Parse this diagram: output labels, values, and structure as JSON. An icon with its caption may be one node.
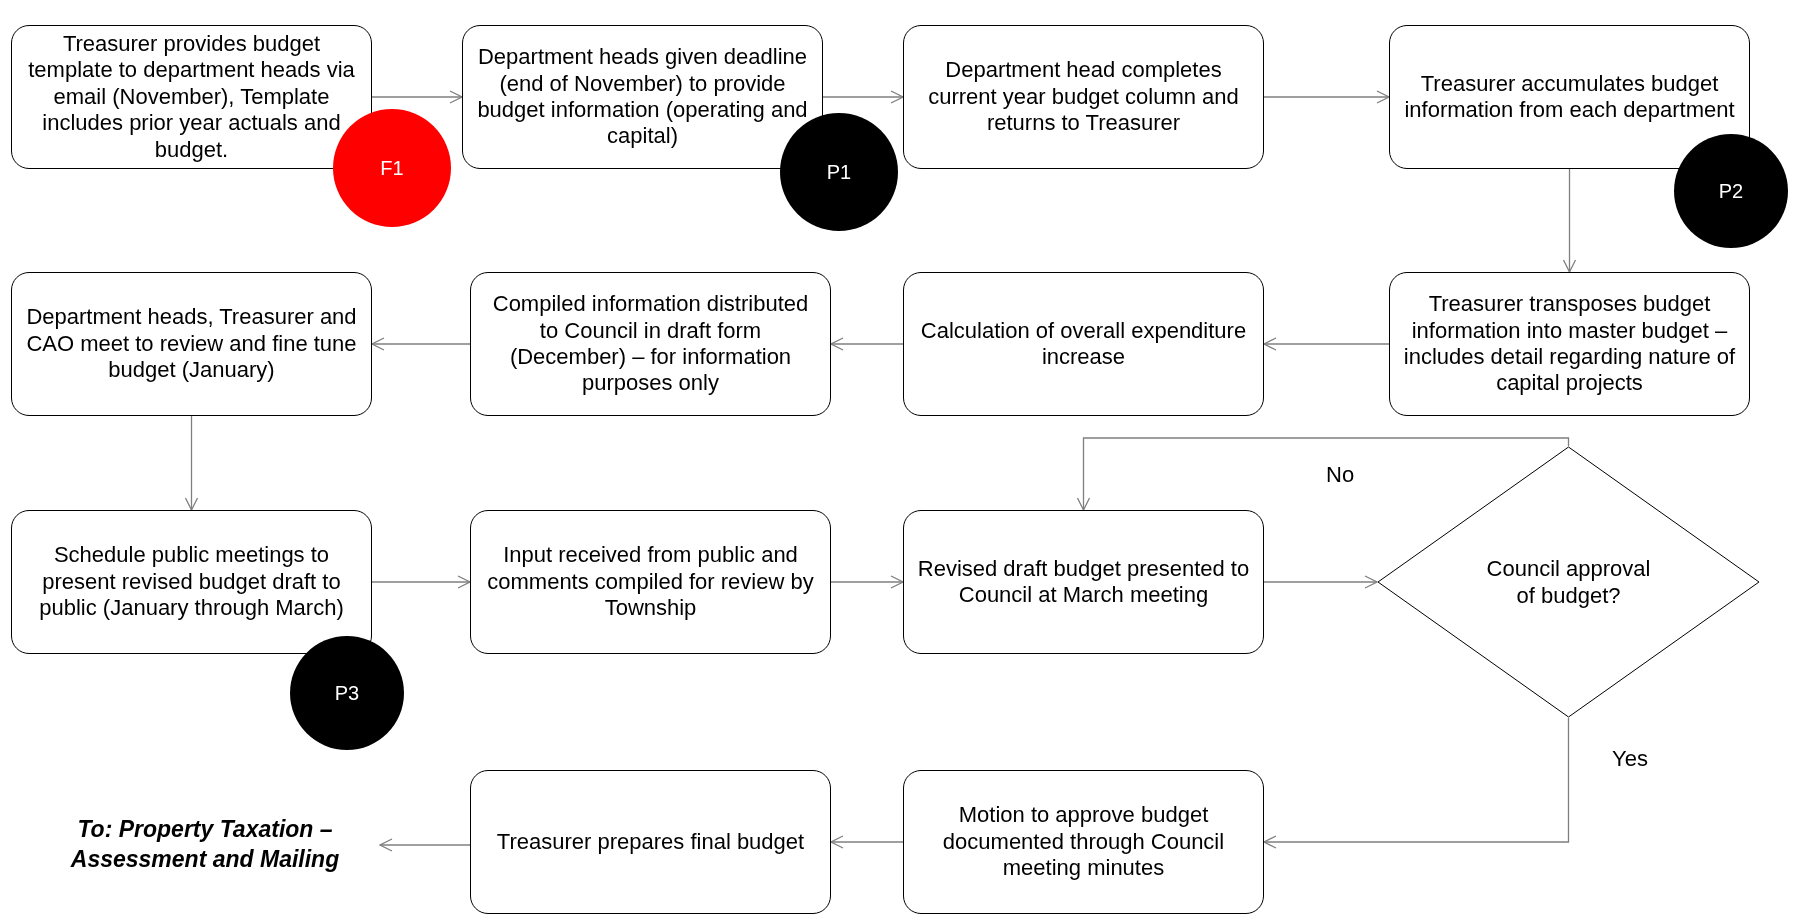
{
  "diagram": {
    "nodes": [
      {
        "text": [
          "Treasurer provides budget template to department heads via email (November), Template includes prior year actuals and budget."
        ]
      },
      {
        "text": [
          "F1"
        ]
      },
      {
        "text": [
          "Department heads given deadline (end of November) to provide budget information (operating and capital)"
        ]
      },
      {
        "text": [
          "P1"
        ]
      },
      {
        "text": [
          "Department head completes current year budget column and returns to Treasurer"
        ]
      },
      {
        "text": [
          "Treasurer accumulates budget information from each department"
        ]
      },
      {
        "text": [
          "P2"
        ]
      },
      {
        "text": [
          "Treasurer transposes budget information into master budget – includes detail regarding nature of capital projects"
        ]
      },
      {
        "text": [
          "Calculation of overall expenditure increase"
        ]
      },
      {
        "text": [
          "Compiled information distributed to Council in draft form (December) – for information purposes only"
        ]
      },
      {
        "text": [
          "Department heads, Treasurer and CAO meet to review and fine tune budget (January)"
        ]
      },
      {
        "text": [
          "Schedule public meetings to present revised budget draft to public (January through March)"
        ]
      },
      {
        "text": [
          "P3"
        ]
      },
      {
        "text": [
          "Input received from public and comments compiled for review by Township"
        ]
      },
      {
        "text": [
          "Revised draft budget presented to Council at March meeting"
        ]
      },
      {
        "text": [
          "Council approval of budget?"
        ]
      },
      {
        "text": [
          "Motion to approve budget documented through Council meeting minutes"
        ]
      },
      {
        "text": [
          "Treasurer prepares final budget"
        ]
      },
      {
        "text": [
          "To: Property Taxation – Assessment and Mailing"
        ]
      }
    ],
    "edges": [
      {
        "from": 0,
        "to": 2,
        "arrow": "to"
      },
      {
        "from": 2,
        "to": 4,
        "arrow": "to"
      },
      {
        "from": 4,
        "to": 5,
        "arrow": "to"
      },
      {
        "from": 5,
        "to": 7,
        "arrow": "to"
      },
      {
        "from": 7,
        "to": 8,
        "arrow": "to"
      },
      {
        "from": 8,
        "to": 9,
        "arrow": "to"
      },
      {
        "from": 9,
        "to": 10,
        "arrow": "to"
      },
      {
        "from": 10,
        "to": 11,
        "arrow": "to"
      },
      {
        "from": 11,
        "to": 13,
        "arrow": "to"
      },
      {
        "from": 13,
        "to": 14,
        "arrow": "to"
      },
      {
        "from": 14,
        "to": 15,
        "arrow": "to"
      },
      {
        "from": 15,
        "to": 14,
        "arrow": "to",
        "label": "No"
      },
      {
        "from": 15,
        "to": 16,
        "arrow": "to",
        "label": "Yes"
      },
      {
        "from": 16,
        "to": 17,
        "arrow": "to"
      },
      {
        "from": 17,
        "to": 18,
        "arrow": "to"
      }
    ]
  }
}
